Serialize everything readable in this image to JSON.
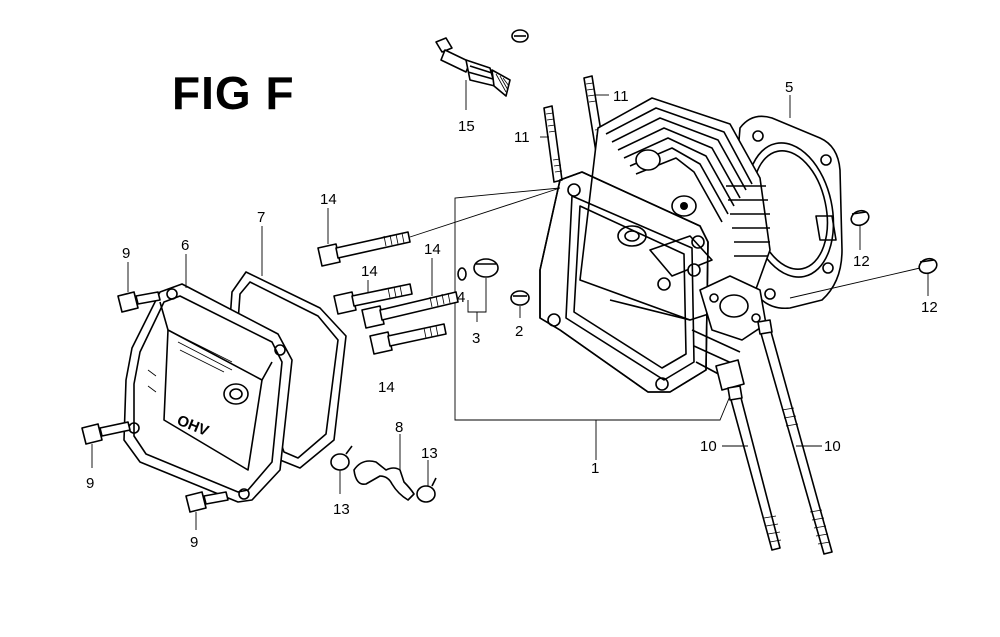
{
  "figure": {
    "title": "FIG F"
  },
  "callouts": [
    {
      "id": "c1",
      "text": "1"
    },
    {
      "id": "c2",
      "text": "2"
    },
    {
      "id": "c3",
      "text": "3"
    },
    {
      "id": "c4",
      "text": "4"
    },
    {
      "id": "c5",
      "text": "5"
    },
    {
      "id": "c6",
      "text": "6"
    },
    {
      "id": "c7",
      "text": "7"
    },
    {
      "id": "c8",
      "text": "8"
    },
    {
      "id": "c9a",
      "text": "9"
    },
    {
      "id": "c9b",
      "text": "9"
    },
    {
      "id": "c9c",
      "text": "9"
    },
    {
      "id": "c10a",
      "text": "10"
    },
    {
      "id": "c10b",
      "text": "10"
    },
    {
      "id": "c11a",
      "text": "11"
    },
    {
      "id": "c11b",
      "text": "11"
    },
    {
      "id": "c12a",
      "text": "12"
    },
    {
      "id": "c12b",
      "text": "12"
    },
    {
      "id": "c13a",
      "text": "13"
    },
    {
      "id": "c13b",
      "text": "13"
    },
    {
      "id": "c14a",
      "text": "14"
    },
    {
      "id": "c14b",
      "text": "14"
    },
    {
      "id": "c14c",
      "text": "14"
    },
    {
      "id": "c14d",
      "text": "14"
    },
    {
      "id": "c15",
      "text": "15"
    }
  ],
  "cover_emblem": "OHV"
}
